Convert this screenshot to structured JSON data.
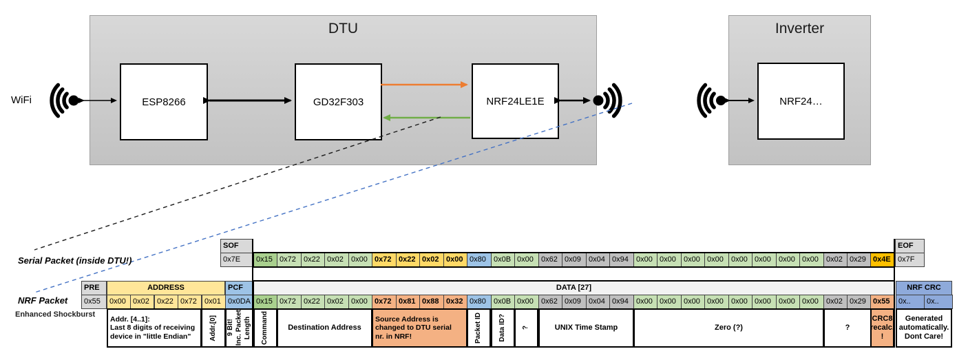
{
  "diagram": {
    "wifi_label": "WiFi",
    "dtu": {
      "title": "DTU",
      "nodes": [
        {
          "id": "esp8266",
          "label": "ESP8266"
        },
        {
          "id": "gd32f303",
          "label": "GD32F303"
        },
        {
          "id": "nrf24le1e",
          "label": "NRF24LE1E"
        }
      ]
    },
    "inverter": {
      "title": "Inverter",
      "nodes": [
        {
          "id": "nrf24",
          "label": "NRF24…"
        }
      ]
    },
    "colors": {
      "orange_arrow": "#ED7D31",
      "green_arrow": "#70AD47",
      "blue_dash": "#4472C4",
      "black": "#1a1a1a"
    }
  },
  "serial_packet": {
    "label": "Serial Packet (inside DTU!)",
    "sof": {
      "header": "SOF",
      "value": "0x7E"
    },
    "eof": {
      "header": "EOF",
      "value": "0x7F"
    },
    "bytes": [
      {
        "v": "0x15",
        "k": "cmd"
      },
      {
        "v": "0x72",
        "k": "lg"
      },
      {
        "v": "0x22",
        "k": "lg"
      },
      {
        "v": "0x02",
        "k": "lg"
      },
      {
        "v": "0x00",
        "k": "lg"
      },
      {
        "v": "0x72",
        "k": "gold"
      },
      {
        "v": "0x22",
        "k": "gold"
      },
      {
        "v": "0x02",
        "k": "gold"
      },
      {
        "v": "0x00",
        "k": "gold"
      },
      {
        "v": "0x80",
        "k": "blu"
      },
      {
        "v": "0x0B",
        "k": "lg"
      },
      {
        "v": "0x00",
        "k": "lg"
      },
      {
        "v": "0x62",
        "k": "gry"
      },
      {
        "v": "0x09",
        "k": "gry"
      },
      {
        "v": "0x04",
        "k": "gry"
      },
      {
        "v": "0x94",
        "k": "gry"
      },
      {
        "v": "0x00",
        "k": "lg"
      },
      {
        "v": "0x00",
        "k": "lg"
      },
      {
        "v": "0x00",
        "k": "lg"
      },
      {
        "v": "0x00",
        "k": "lg"
      },
      {
        "v": "0x00",
        "k": "lg"
      },
      {
        "v": "0x00",
        "k": "lg"
      },
      {
        "v": "0x00",
        "k": "lg"
      },
      {
        "v": "0x00",
        "k": "lg"
      },
      {
        "v": "0x02",
        "k": "gry"
      },
      {
        "v": "0x29",
        "k": "gry"
      },
      {
        "v": "0x4E",
        "k": "org"
      }
    ]
  },
  "nrf_packet": {
    "label": "NRF Packet",
    "sublabel": "Enhanced Shockburst",
    "pre": {
      "header": "PRE",
      "value": "0x55"
    },
    "address": {
      "header": "ADDRESS",
      "values": [
        "0x00",
        "0x02",
        "0x22",
        "0x72",
        "0x01"
      ]
    },
    "pcf": {
      "header": "PCF",
      "value": "0x0DA"
    },
    "data_header": "DATA [27]",
    "bytes": [
      {
        "v": "0x15",
        "k": "cmd"
      },
      {
        "v": "0x72",
        "k": "lg"
      },
      {
        "v": "0x22",
        "k": "lg"
      },
      {
        "v": "0x02",
        "k": "lg"
      },
      {
        "v": "0x00",
        "k": "lg"
      },
      {
        "v": "0x72",
        "k": "sal"
      },
      {
        "v": "0x81",
        "k": "sal"
      },
      {
        "v": "0x88",
        "k": "sal"
      },
      {
        "v": "0x32",
        "k": "sal"
      },
      {
        "v": "0x80",
        "k": "blu"
      },
      {
        "v": "0x0B",
        "k": "lg"
      },
      {
        "v": "0x00",
        "k": "lg"
      },
      {
        "v": "0x62",
        "k": "gry"
      },
      {
        "v": "0x09",
        "k": "gry"
      },
      {
        "v": "0x04",
        "k": "gry"
      },
      {
        "v": "0x94",
        "k": "gry"
      },
      {
        "v": "0x00",
        "k": "lg"
      },
      {
        "v": "0x00",
        "k": "lg"
      },
      {
        "v": "0x00",
        "k": "lg"
      },
      {
        "v": "0x00",
        "k": "lg"
      },
      {
        "v": "0x00",
        "k": "lg"
      },
      {
        "v": "0x00",
        "k": "lg"
      },
      {
        "v": "0x00",
        "k": "lg"
      },
      {
        "v": "0x00",
        "k": "lg"
      },
      {
        "v": "0x02",
        "k": "gry"
      },
      {
        "v": "0x29",
        "k": "gry"
      },
      {
        "v": "0x55",
        "k": "sal"
      }
    ],
    "crc": {
      "header": "NRF CRC",
      "values": [
        "0x..",
        "0x.."
      ]
    }
  },
  "byte_colors": {
    "cmd": {
      "bg": "#A9D08E",
      "strong": false
    },
    "lg": {
      "bg": "#C6E0B4",
      "strong": false
    },
    "gold": {
      "bg": "#FFD966",
      "strong": true
    },
    "sal": {
      "bg": "#F4B183",
      "strong": true
    },
    "blu": {
      "bg": "#9DC3E6",
      "strong": false
    },
    "gry": {
      "bg": "#BFBFBF",
      "strong": false
    },
    "org": {
      "bg": "#FFC000",
      "strong": true
    },
    "frame_gray": "#D9D9D9",
    "address_yellow": "#FFE699",
    "pcf_blue": "#9DC3E6",
    "data_header_gray": "#F2F2F2",
    "crc_blue": "#8EAADB"
  },
  "annotations": [
    {
      "id": "addr41",
      "label": "Addr. [4..1]:\nLast 8 digits of receiving\ndevice in \"little Endian\""
    },
    {
      "id": "addr0",
      "label": "Addr.[0]"
    },
    {
      "id": "pcf9bit",
      "label": "9 Bit!\nInc. Packet\nLength"
    },
    {
      "id": "command",
      "label": "Command"
    },
    {
      "id": "dest",
      "label": "Destination Address"
    },
    {
      "id": "src",
      "label": "Source Address is\nchanged to DTU serial\nnr. in NRF!"
    },
    {
      "id": "packetid",
      "label": "Packet ID"
    },
    {
      "id": "dataid",
      "label": "Data ID?"
    },
    {
      "id": "q1",
      "label": "?"
    },
    {
      "id": "unix",
      "label": "UNIX Time Stamp"
    },
    {
      "id": "zero",
      "label": "Zero (?)"
    },
    {
      "id": "q2",
      "label": "?"
    },
    {
      "id": "crc8",
      "label": "CRC8\nrecalc.\n!"
    },
    {
      "id": "gen",
      "label": "Generated\nautomatically.\nDont Care!"
    }
  ]
}
